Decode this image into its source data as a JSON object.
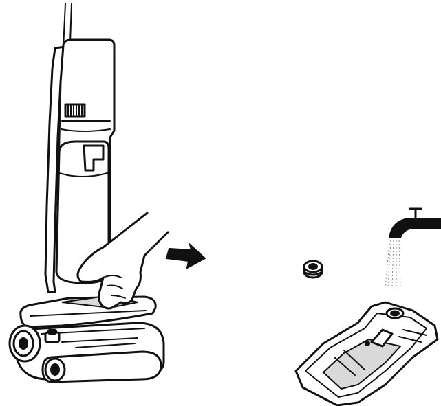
{
  "illustration": {
    "left_panel": {
      "subject": "upright-wet-dry-vacuum",
      "action": "remove-dirty-water-tank"
    },
    "direction_arrow": {
      "icon": "arrow-right-icon",
      "color": "#111111"
    },
    "right_panel": {
      "parts": [
        "tank-cap",
        "dirty-water-tank",
        "water-faucet"
      ],
      "action": "rinse-tank-under-faucet"
    },
    "line_color": "#111111",
    "background_color": "#ffffff"
  }
}
